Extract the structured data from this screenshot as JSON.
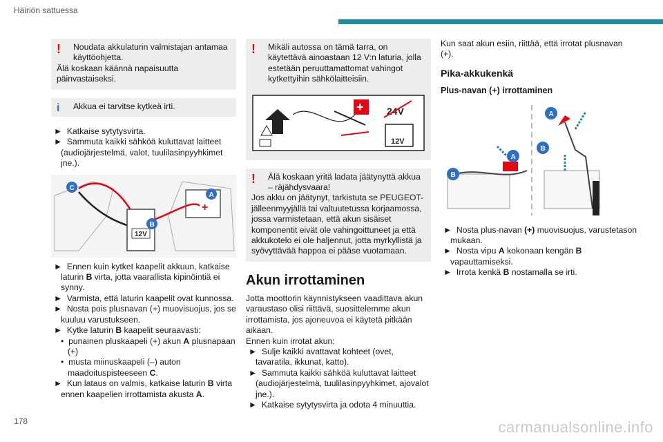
{
  "header": {
    "section_title": "Häiriön sattuessa",
    "accent_color": "#1e8d97"
  },
  "footer": {
    "page_number": "178",
    "watermark": "carmanualsonline.info"
  },
  "col1": {
    "note1": {
      "line1": "Noudata akkulaturin valmistajan antamaa käyttöohjetta.",
      "line2": "Älä koskaan käännä napaisuutta päinvastaiseksi."
    },
    "info1": "Akkua ei tarvitse kytkeä irti.",
    "steps_a": [
      "Katkaise sytytysvirta.",
      "Sammuta kaikki sähköä kuluttavat laitteet (audiojärjestelmä, valot, tuulilasinpyyhkimet jne.)."
    ],
    "figure": {
      "label_c": "C",
      "label_a": "A",
      "label_b": "B",
      "charger_text": "12V"
    },
    "step1": {
      "pre": "Ennen kuin kytket kaapelit akkuun, katkaise laturin ",
      "bold": "B",
      "post": " virta, jotta vaarallista kipinöintiä ei synny."
    },
    "step2": "Varmista, että laturin kaapelit ovat kunnossa.",
    "step3": "Nosta pois plusnavan (+) muovisuojus, jos se kuuluu varustukseen.",
    "step4": {
      "pre": "Kytke laturin ",
      "bold": "B",
      "post": " kaapelit seuraavasti:"
    },
    "sub1": {
      "pre": "punainen pluskaapeli (+) akun ",
      "bold": "A",
      "post": " plusnapaan (+)"
    },
    "sub2": {
      "pre": "musta miinuskaapeli (–) auton maadoituspisteeseen ",
      "bold": "C",
      "post": "."
    },
    "step5": {
      "pre": "Kun lataus on valmis, katkaise laturin ",
      "bold": "B",
      "post": " virta ennen kaapelien irrottamista akusta ",
      "bold2": "A",
      "post2": "."
    }
  },
  "col2": {
    "note1": {
      "line1": "Mikäli autossa on tämä tarra, on käytettävä ainoastaan 12 V:n laturia, jolla estetään peruuttamattomat vahingot kytkettyihin sähkölaitteisiin."
    },
    "figure": {
      "label_24v": "24V",
      "label_12v": "12V"
    },
    "note2": {
      "line1": "Älä koskaan yritä ladata jäätynyttä akkua – räjähdysvaara!",
      "line2": "Jos akku on jäätynyt, tarkistuta se PEUGEOT-jälleenmyyjällä tai valtuutetussa korjaamossa, jossa varmistetaan, että akun sisäiset komponentit eivät ole vahingoittuneet ja että akkukotelo ei ole haljennut, jotta myrkyllistä ja syövyttävää happoa ei pääse vuotamaan."
    },
    "heading": "Akun irrottaminen",
    "para1": "Jotta moottorin käynnistykseen vaadittava akun varaustaso olisi riittävä, suosittelemme akun irrottamista, jos ajoneuvoa ei käytetä pitkään aikaan.",
    "para2": "Ennen kuin irrotat akun:",
    "steps": [
      "Sulje kaikki avattavat kohteet (ovet, tavaratila, ikkunat, katto).",
      "Sammuta kaikki sähköä kuluttavat laitteet (audiojärjestelmä, tuulilasinpyyhkimet, ajovalot jne.).",
      "Katkaise sytytysvirta ja odota 4 minuuttia."
    ]
  },
  "col3": {
    "para1": "Kun saat akun esiin, riittää, että irrotat plusnavan (+).",
    "heading": "Pika-akkukenkä",
    "subheading": "Plus-navan (+) irrottaminen",
    "figure": {
      "label_a": "A",
      "label_b": "B"
    },
    "step1": {
      "pre": "Nosta plus-navan ",
      "bold": "(+)",
      "post": " muovisuojus, varustetason mukaan."
    },
    "step2": {
      "pre": "Nosta vipu ",
      "bold": "A",
      "post": " kokonaan kengän ",
      "bold2": "B",
      "post2": " vapauttamiseksi."
    },
    "step3": {
      "pre": "Irrota kenkä ",
      "bold": "B",
      "post": " nostamalla se irti."
    }
  },
  "glyphs": {
    "warning": "!",
    "info": "i",
    "arrow": "►",
    "dot": "•"
  }
}
